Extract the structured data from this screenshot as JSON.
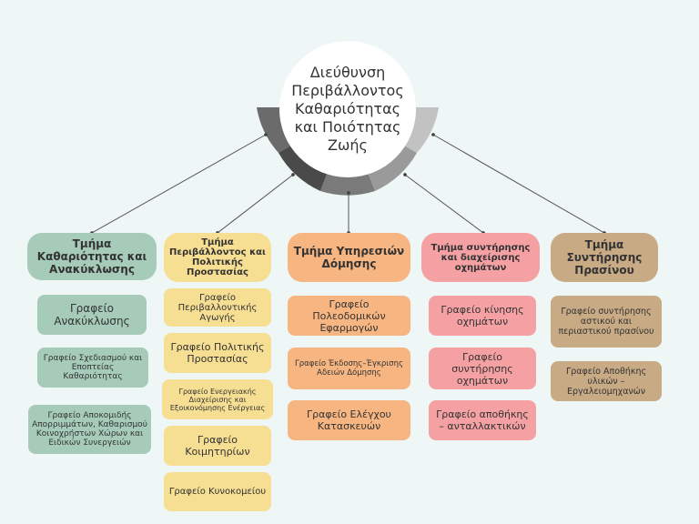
{
  "root": "Διεύθυνση Περιβάλλοντος Καθαριότητας και Ποιότητας Ζωής",
  "departments": [
    {
      "title": "Τμήμα Καθαριότητας και Ανακύκλωσης",
      "offices": [
        "Γραφείο Ανακύκλωσης",
        "Γραφείο Σχεδιασμού και Εποπτείας Καθαριότητας",
        "Γραφείο Αποκομιδής Απορριμμάτων, Καθαρισμού Κοινοχρήστων Χώρων και Ειδικών Συνεργειών"
      ]
    },
    {
      "title": "Τμήμα Περιβάλλοντος και Πολιτικής Προστασίας",
      "offices": [
        "Γραφείο Περιβαλλοντικής Αγωγής",
        "Γραφείο Πολιτικής Προστασίας",
        "Γραφείο Ενεργειακής Διαχείρισης και Εξοικονόμησης Ενέργειας",
        "Γραφείο Κοιμητηρίων",
        "Γραφείο Κυνοκομείου"
      ]
    },
    {
      "title": "Τμήμα Υπηρεσιών Δόμησης",
      "offices": [
        "Γραφείο Πολεοδομικών Εφαρμογών",
        "Γραφείο Έκδοσης–Έγκρισης Αδειών Δόμησης",
        "Γραφείο Ελέγχου Κατασκευών"
      ]
    },
    {
      "title": "Τμήμα συντήρησης και διαχείρισης οχημάτων",
      "offices": [
        "Γραφείο κίνησης οχημάτων",
        "Γραφείο συντήρησης οχημάτων",
        "Γραφείο αποθήκης – ανταλλακτικών"
      ]
    },
    {
      "title": "Τμήμα Συντήρησης Πρασίνου",
      "offices": [
        "Γραφείο συντήρησης αστικού και περιαστικού πρασίνου",
        "Γραφείο Αποθήκης υλικών – Εργαλειομηχανών"
      ]
    }
  ],
  "colors": {
    "background": "#eef6f6",
    "green": "#a6cbb9",
    "yellow": "#f6de92",
    "orange": "#f6b581",
    "pink": "#f5a1a4",
    "tan": "#c8aa85",
    "connector": "#555555"
  }
}
